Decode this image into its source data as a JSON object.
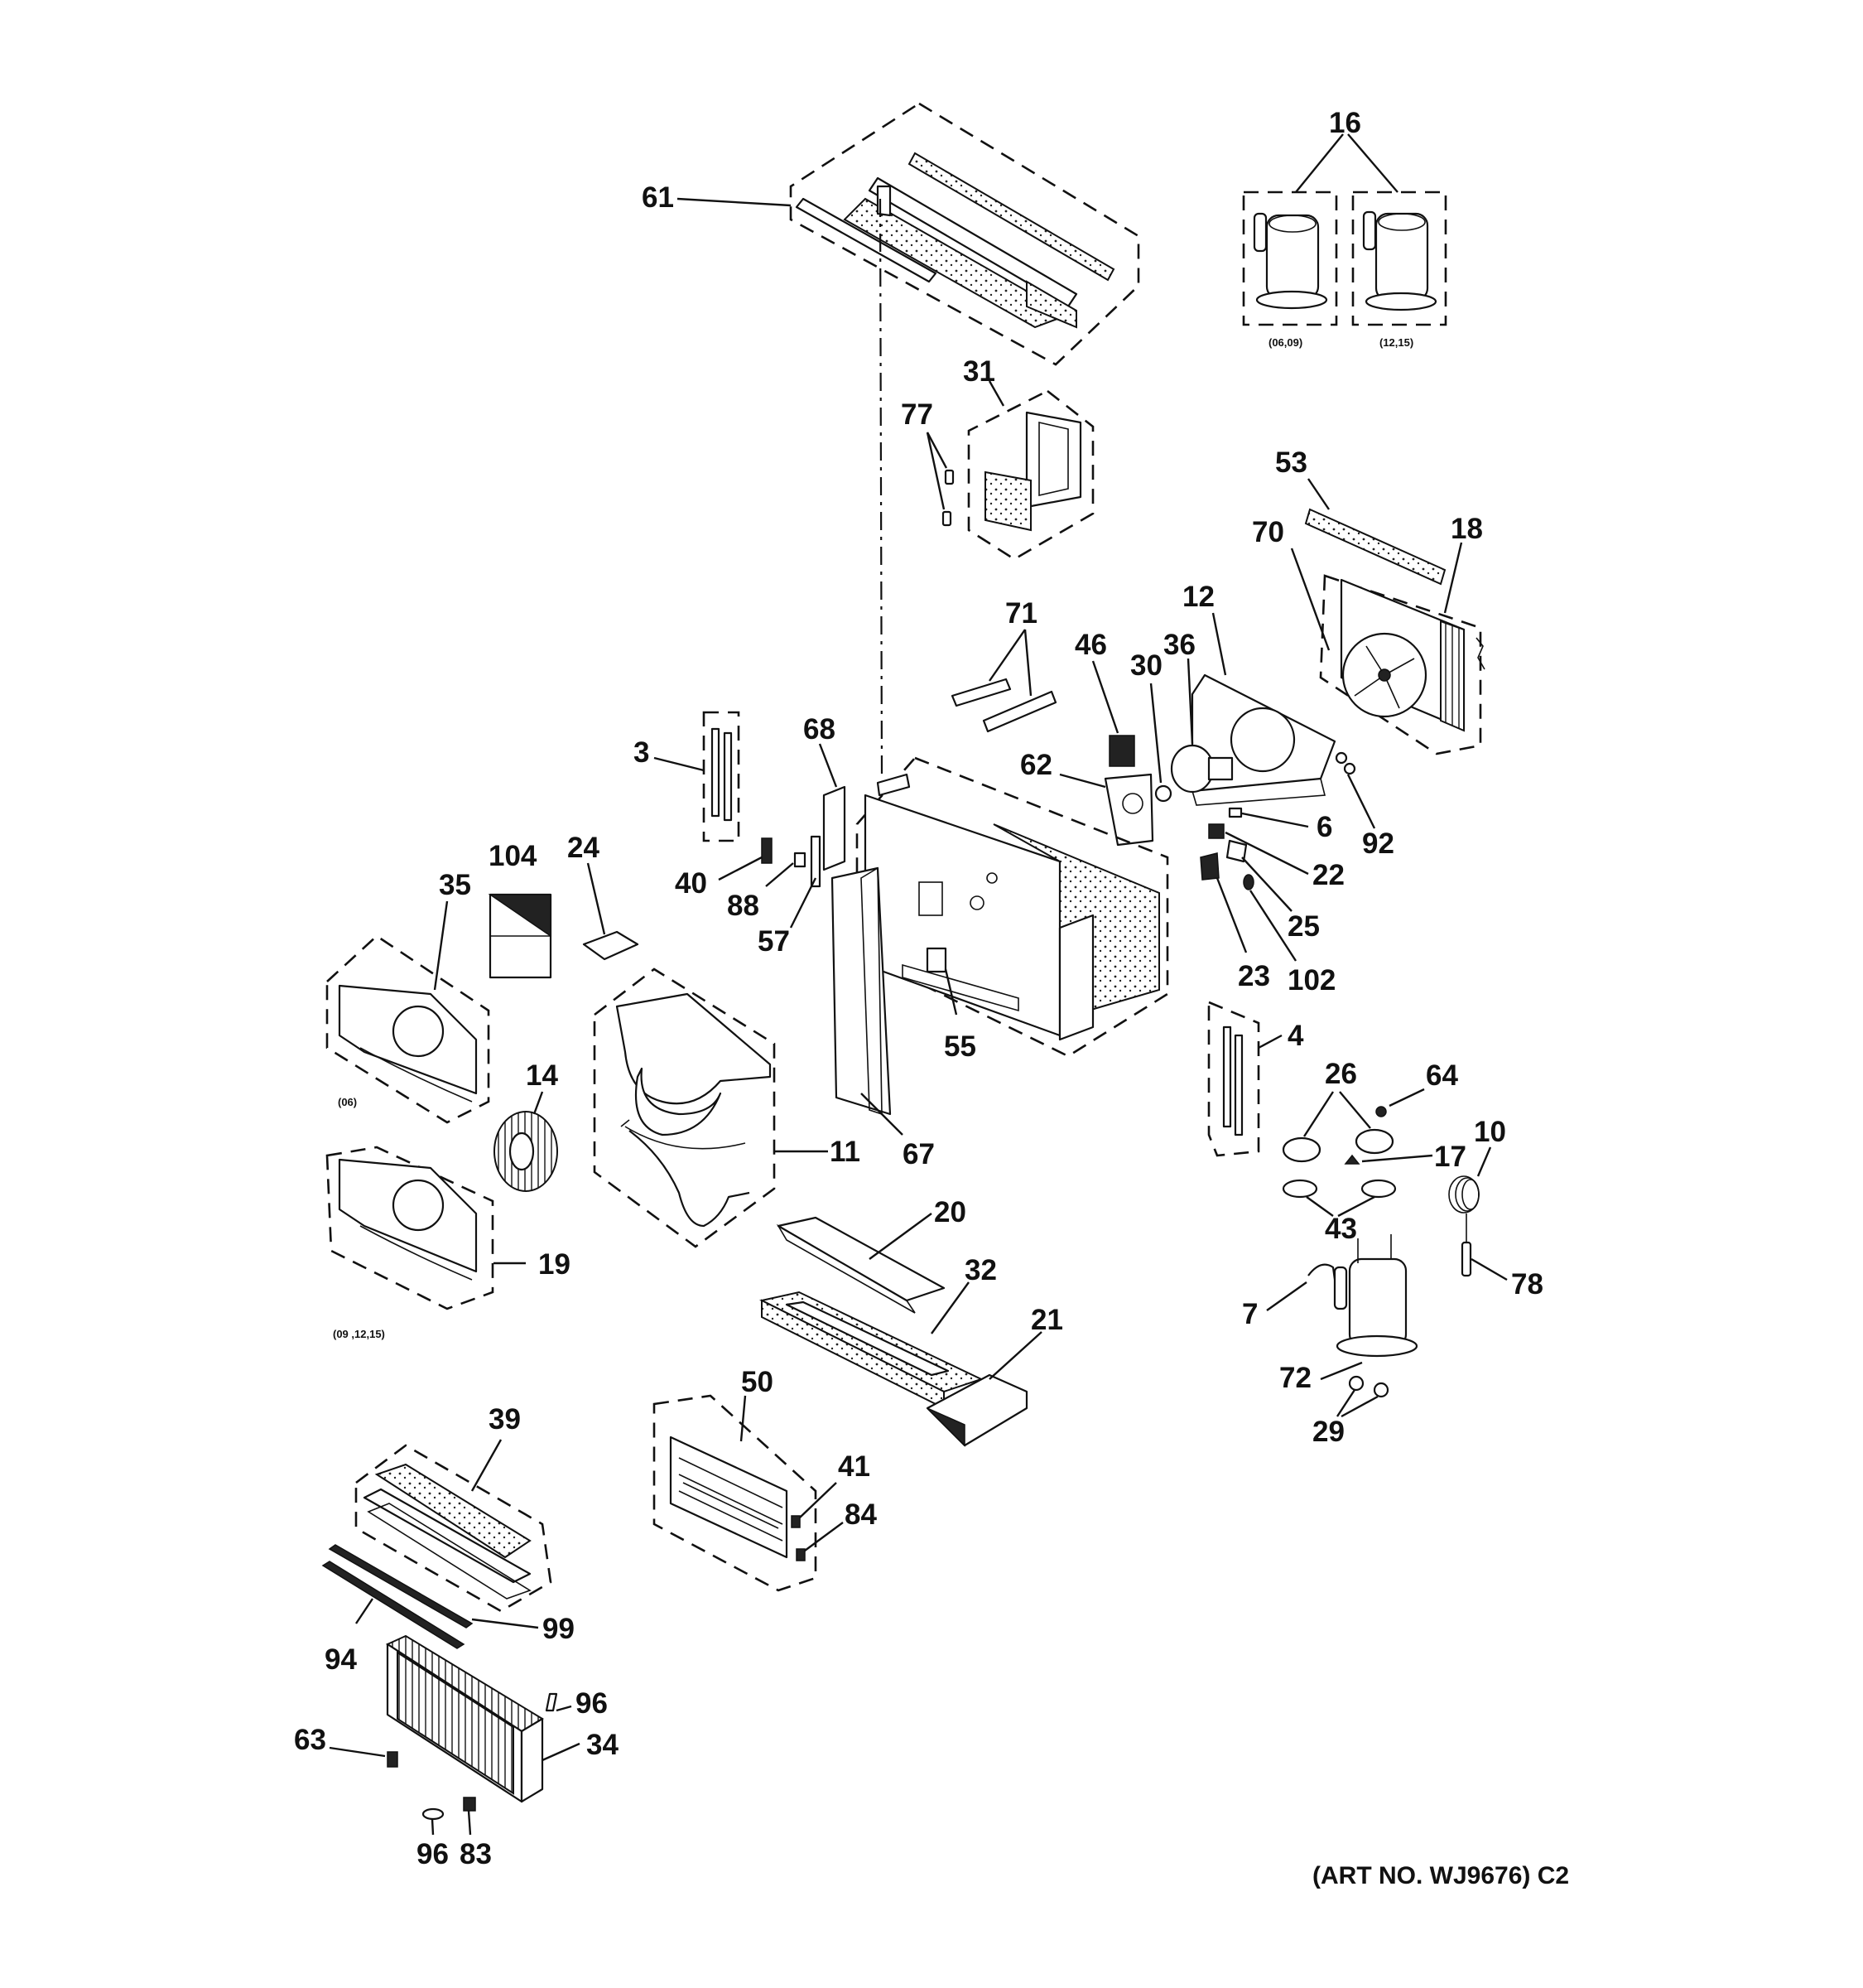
{
  "diagram": {
    "art_number": "(ART NO. WJ9676) C2",
    "labels": {
      "p3": "3",
      "p4": "4",
      "p6": "6",
      "p7": "7",
      "p10": "10",
      "p11": "11",
      "p12": "12",
      "p14": "14",
      "p16": "16",
      "p17": "17",
      "p18": "18",
      "p19": "19",
      "p20": "20",
      "p21": "21",
      "p22": "22",
      "p23": "23",
      "p24": "24",
      "p25": "25",
      "p26": "26",
      "p29": "29",
      "p30": "30",
      "p31": "31",
      "p32": "32",
      "p34": "34",
      "p35": "35",
      "p36": "36",
      "p39": "39",
      "p40": "40",
      "p41": "41",
      "p43": "43",
      "p46": "46",
      "p50": "50",
      "p53": "53",
      "p55": "55",
      "p57": "57",
      "p61": "61",
      "p62": "62",
      "p63": "63",
      "p64": "64",
      "p67": "67",
      "p68": "68",
      "p70": "70",
      "p71": "71",
      "p72": "72",
      "p77": "77",
      "p78": "78",
      "p83": "83",
      "p84": "84",
      "p88": "88",
      "p92": "92",
      "p94": "94",
      "p96a": "96",
      "p96b": "96",
      "p99": "99",
      "p102": "102",
      "p104": "104"
    },
    "notes": {
      "compressor_small": "(06,09)",
      "compressor_large": "(12,15)",
      "scroll_06": "(06)",
      "scroll_09_15": "(09 ,12,15)"
    }
  }
}
